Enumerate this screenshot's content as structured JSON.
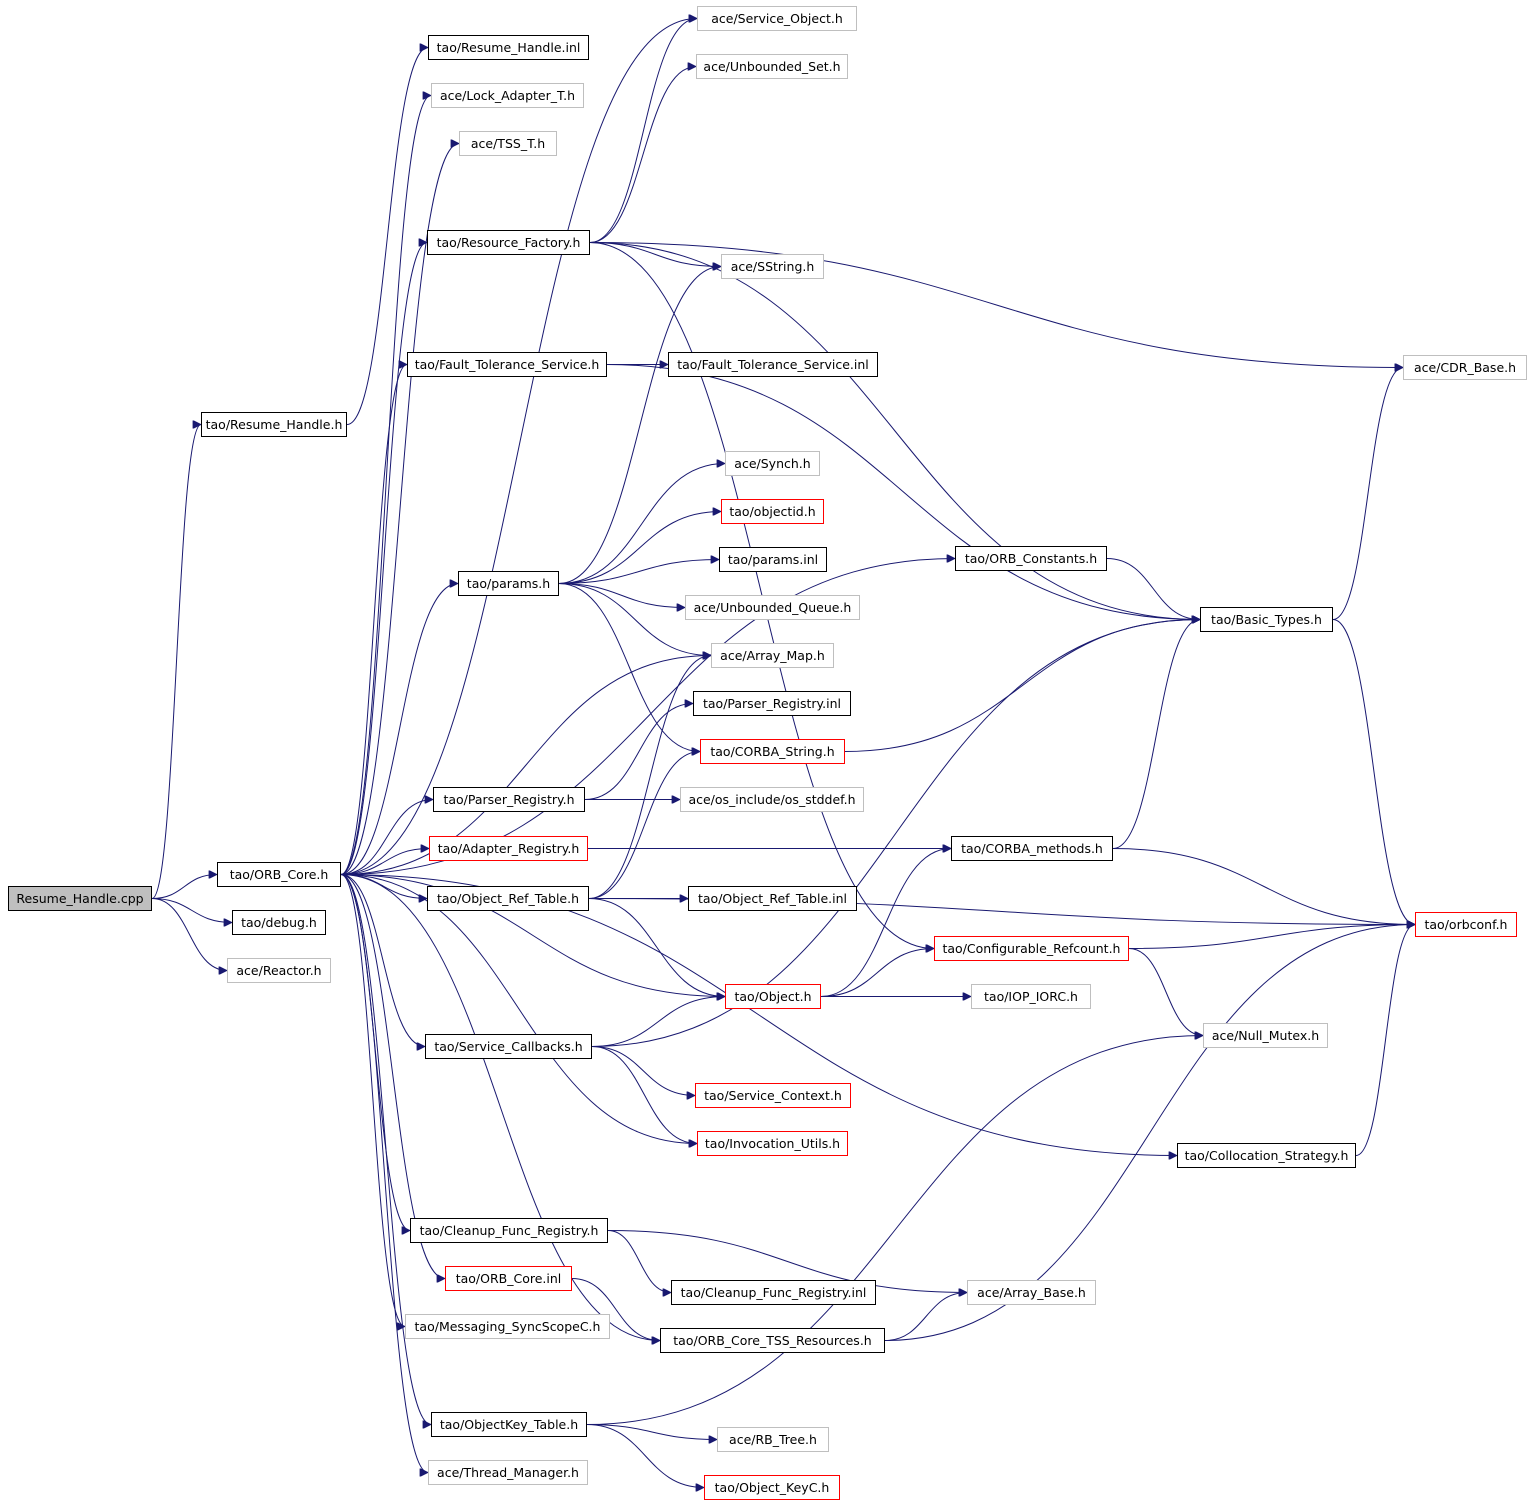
{
  "diagram": {
    "title": "",
    "nodes": [
      {
        "id": "resume_cpp",
        "label": "Resume_Handle.cpp",
        "style": "root"
      },
      {
        "id": "resume_h",
        "label": "tao/Resume_Handle.h",
        "style": "black"
      },
      {
        "id": "resume_inl",
        "label": "tao/Resume_Handle.inl",
        "style": "black"
      },
      {
        "id": "lock_adapter",
        "label": "ace/Lock_Adapter_T.h",
        "style": "gray"
      },
      {
        "id": "tss_t",
        "label": "ace/TSS_T.h",
        "style": "gray"
      },
      {
        "id": "service_object",
        "label": "ace/Service_Object.h",
        "style": "gray"
      },
      {
        "id": "unbounded_set",
        "label": "ace/Unbounded_Set.h",
        "style": "gray"
      },
      {
        "id": "resource_factory",
        "label": "tao/Resource_Factory.h",
        "style": "black"
      },
      {
        "id": "sstring",
        "label": "ace/SString.h",
        "style": "gray"
      },
      {
        "id": "cdr_base",
        "label": "ace/CDR_Base.h",
        "style": "gray"
      },
      {
        "id": "ft_service",
        "label": "tao/Fault_Tolerance_Service.h",
        "style": "black"
      },
      {
        "id": "ft_service_inl",
        "label": "tao/Fault_Tolerance_Service.inl",
        "style": "black"
      },
      {
        "id": "synch",
        "label": "ace/Synch.h",
        "style": "gray"
      },
      {
        "id": "objectid",
        "label": "tao/objectid.h",
        "style": "red"
      },
      {
        "id": "params_h",
        "label": "tao/params.h",
        "style": "black"
      },
      {
        "id": "params_inl",
        "label": "tao/params.inl",
        "style": "black"
      },
      {
        "id": "unbounded_queue",
        "label": "ace/Unbounded_Queue.h",
        "style": "gray"
      },
      {
        "id": "array_map",
        "label": "ace/Array_Map.h",
        "style": "gray"
      },
      {
        "id": "orb_constants",
        "label": "tao/ORB_Constants.h",
        "style": "black"
      },
      {
        "id": "basic_types",
        "label": "tao/Basic_Types.h",
        "style": "black"
      },
      {
        "id": "parser_registry_inl",
        "label": "tao/Parser_Registry.inl",
        "style": "black"
      },
      {
        "id": "corba_string",
        "label": "tao/CORBA_String.h",
        "style": "red"
      },
      {
        "id": "parser_registry",
        "label": "tao/Parser_Registry.h",
        "style": "black"
      },
      {
        "id": "os_stddef",
        "label": "ace/os_include/os_stddef.h",
        "style": "gray"
      },
      {
        "id": "adapter_registry",
        "label": "tao/Adapter_Registry.h",
        "style": "red"
      },
      {
        "id": "corba_methods",
        "label": "tao/CORBA_methods.h",
        "style": "black"
      },
      {
        "id": "orb_core_h",
        "label": "tao/ORB_Core.h",
        "style": "black"
      },
      {
        "id": "object_ref_table",
        "label": "tao/Object_Ref_Table.h",
        "style": "black"
      },
      {
        "id": "object_ref_table_inl",
        "label": "tao/Object_Ref_Table.inl",
        "style": "black"
      },
      {
        "id": "orbconf",
        "label": "tao/orbconf.h",
        "style": "red"
      },
      {
        "id": "debug",
        "label": "tao/debug.h",
        "style": "black"
      },
      {
        "id": "configurable_refcount",
        "label": "tao/Configurable_Refcount.h",
        "style": "red"
      },
      {
        "id": "reactor",
        "label": "ace/Reactor.h",
        "style": "gray"
      },
      {
        "id": "object_h",
        "label": "tao/Object.h",
        "style": "red"
      },
      {
        "id": "iop_iorc",
        "label": "tao/IOP_IORC.h",
        "style": "gray"
      },
      {
        "id": "null_mutex",
        "label": "ace/Null_Mutex.h",
        "style": "gray"
      },
      {
        "id": "service_callbacks",
        "label": "tao/Service_Callbacks.h",
        "style": "black"
      },
      {
        "id": "service_context",
        "label": "tao/Service_Context.h",
        "style": "red"
      },
      {
        "id": "invocation_utils",
        "label": "tao/Invocation_Utils.h",
        "style": "red"
      },
      {
        "id": "collocation_strategy",
        "label": "tao/Collocation_Strategy.h",
        "style": "black"
      },
      {
        "id": "cleanup_func_registry",
        "label": "tao/Cleanup_Func_Registry.h",
        "style": "black"
      },
      {
        "id": "orb_core_inl",
        "label": "tao/ORB_Core.inl",
        "style": "red"
      },
      {
        "id": "cleanup_func_registry_inl",
        "label": "tao/Cleanup_Func_Registry.inl",
        "style": "black"
      },
      {
        "id": "array_base",
        "label": "ace/Array_Base.h",
        "style": "gray"
      },
      {
        "id": "messaging_syncscope",
        "label": "tao/Messaging_SyncScopeC.h",
        "style": "gray"
      },
      {
        "id": "orb_core_tss",
        "label": "tao/ORB_Core_TSS_Resources.h",
        "style": "black"
      },
      {
        "id": "objectkey_table",
        "label": "tao/ObjectKey_Table.h",
        "style": "black"
      },
      {
        "id": "rb_tree",
        "label": "ace/RB_Tree.h",
        "style": "gray"
      },
      {
        "id": "thread_manager",
        "label": "ace/Thread_Manager.h",
        "style": "gray"
      },
      {
        "id": "object_keyc",
        "label": "tao/Object_KeyC.h",
        "style": "red"
      }
    ],
    "edges": [
      [
        "resume_cpp",
        "resume_h"
      ],
      [
        "resume_cpp",
        "orb_core_h"
      ],
      [
        "resume_cpp",
        "debug"
      ],
      [
        "resume_cpp",
        "reactor"
      ],
      [
        "resume_h",
        "resume_inl"
      ],
      [
        "orb_core_h",
        "lock_adapter"
      ],
      [
        "orb_core_h",
        "tss_t"
      ],
      [
        "orb_core_h",
        "service_object"
      ],
      [
        "orb_core_h",
        "resource_factory"
      ],
      [
        "orb_core_h",
        "ft_service"
      ],
      [
        "orb_core_h",
        "orb_constants"
      ],
      [
        "orb_core_h",
        "params_h"
      ],
      [
        "orb_core_h",
        "array_map"
      ],
      [
        "orb_core_h",
        "parser_registry"
      ],
      [
        "orb_core_h",
        "adapter_registry"
      ],
      [
        "orb_core_h",
        "object_ref_table"
      ],
      [
        "orb_core_h",
        "object_h"
      ],
      [
        "orb_core_h",
        "service_callbacks"
      ],
      [
        "orb_core_h",
        "invocation_utils"
      ],
      [
        "orb_core_h",
        "collocation_strategy"
      ],
      [
        "orb_core_h",
        "cleanup_func_registry"
      ],
      [
        "orb_core_h",
        "orb_core_inl"
      ],
      [
        "orb_core_h",
        "messaging_syncscope"
      ],
      [
        "orb_core_h",
        "orb_core_tss"
      ],
      [
        "orb_core_h",
        "objectkey_table"
      ],
      [
        "orb_core_h",
        "thread_manager"
      ],
      [
        "resource_factory",
        "service_object"
      ],
      [
        "resource_factory",
        "unbounded_set"
      ],
      [
        "resource_factory",
        "sstring"
      ],
      [
        "resource_factory",
        "cdr_base"
      ],
      [
        "resource_factory",
        "basic_types"
      ],
      [
        "resource_factory",
        "configurable_refcount"
      ],
      [
        "ft_service",
        "ft_service_inl"
      ],
      [
        "ft_service",
        "basic_types"
      ],
      [
        "params_h",
        "sstring"
      ],
      [
        "params_h",
        "synch"
      ],
      [
        "params_h",
        "objectid"
      ],
      [
        "params_h",
        "params_inl"
      ],
      [
        "params_h",
        "unbounded_queue"
      ],
      [
        "params_h",
        "array_map"
      ],
      [
        "params_h",
        "corba_string"
      ],
      [
        "orb_constants",
        "basic_types"
      ],
      [
        "basic_types",
        "cdr_base"
      ],
      [
        "basic_types",
        "orbconf"
      ],
      [
        "corba_string",
        "basic_types"
      ],
      [
        "parser_registry",
        "parser_registry_inl"
      ],
      [
        "parser_registry",
        "os_stddef"
      ],
      [
        "adapter_registry",
        "corba_methods"
      ],
      [
        "corba_methods",
        "basic_types"
      ],
      [
        "corba_methods",
        "orbconf"
      ],
      [
        "object_ref_table",
        "array_map"
      ],
      [
        "object_ref_table",
        "corba_string"
      ],
      [
        "object_ref_table",
        "object_ref_table_inl"
      ],
      [
        "object_ref_table",
        "orbconf"
      ],
      [
        "object_ref_table",
        "object_h"
      ],
      [
        "object_h",
        "corba_methods"
      ],
      [
        "object_h",
        "configurable_refcount"
      ],
      [
        "object_h",
        "iop_iorc"
      ],
      [
        "configurable_refcount",
        "orbconf"
      ],
      [
        "configurable_refcount",
        "null_mutex"
      ],
      [
        "service_callbacks",
        "object_h"
      ],
      [
        "service_callbacks",
        "basic_types"
      ],
      [
        "service_callbacks",
        "service_context"
      ],
      [
        "service_callbacks",
        "invocation_utils"
      ],
      [
        "collocation_strategy",
        "orbconf"
      ],
      [
        "cleanup_func_registry",
        "array_base"
      ],
      [
        "cleanup_func_registry",
        "cleanup_func_registry_inl"
      ],
      [
        "orb_core_inl",
        "orb_core_tss"
      ],
      [
        "orb_core_tss",
        "array_base"
      ],
      [
        "orb_core_tss",
        "orbconf"
      ],
      [
        "objectkey_table",
        "null_mutex"
      ],
      [
        "objectkey_table",
        "rb_tree"
      ],
      [
        "objectkey_table",
        "object_keyc"
      ]
    ]
  }
}
